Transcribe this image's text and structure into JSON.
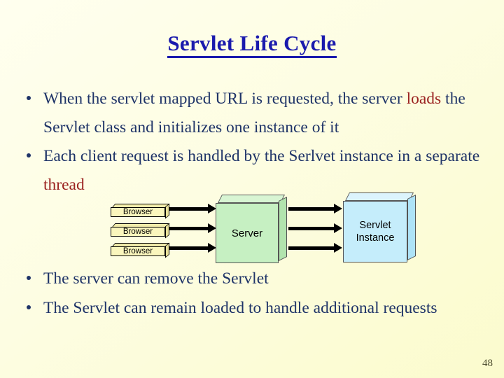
{
  "slide": {
    "title": "Servlet Life Cycle",
    "page_number": "48",
    "background_top_color": "#ffffef",
    "background_bottom_color": "#fbfbcd",
    "title_color": "#1a1aad",
    "body_text_color": "#1f3468",
    "highlight_color": "#9b2321"
  },
  "bullets": [
    {
      "id": "b1",
      "parts": [
        {
          "text": "When the servlet mapped URL is requested, the server ",
          "style": "normal"
        },
        {
          "text": "loads",
          "style": "highlight"
        },
        {
          "text": " the Servlet class and initializes one instance of it",
          "style": "normal"
        }
      ],
      "line1_normal": "When the servlet mapped URL is requested, the server ",
      "line2_highlight": "loads",
      "line2_normal": " the Servlet class and initializes one instance of it"
    },
    {
      "id": "b2",
      "line1_normal": "Each client request is handled by the Serlvet instance in a separate ",
      "line2_highlight": "thread"
    },
    {
      "id": "b3",
      "text": "The server can remove the Servlet"
    },
    {
      "id": "b4",
      "text": "The Servlet can remain loaded to handle additional requests"
    }
  ],
  "diagram": {
    "name": "servlet-request-flow-diagram",
    "clients": [
      {
        "label": "Browser"
      },
      {
        "label": "Browser"
      },
      {
        "label": "Browser"
      }
    ],
    "server": {
      "label": "Server",
      "color": "#c6f0c2"
    },
    "servlet": {
      "label_line1": "Servlet",
      "label_line2": "Instance",
      "color": "#c5edfb"
    },
    "client_color": "#faf6bd",
    "arrow_color": "#000000",
    "arrows_browser_to_server": 3,
    "arrows_server_to_servlet": 3
  }
}
